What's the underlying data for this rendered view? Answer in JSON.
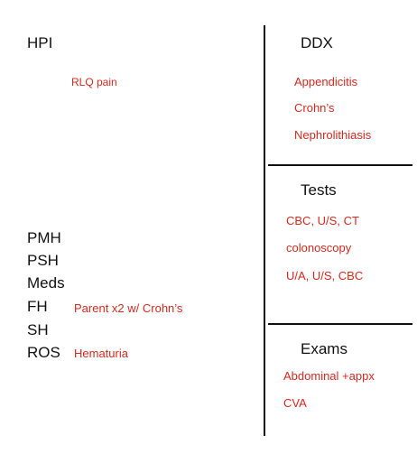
{
  "left": {
    "hpi": {
      "label": "HPI",
      "value": "RLQ pain"
    },
    "history_items": [
      {
        "label": "PMH",
        "value": ""
      },
      {
        "label": "PSH",
        "value": ""
      },
      {
        "label": "Meds",
        "value": ""
      },
      {
        "label": "FH",
        "value": "Parent x2 w/ Crohn’s"
      },
      {
        "label": "SH",
        "value": ""
      },
      {
        "label": "ROS",
        "value": "Hematuria"
      }
    ]
  },
  "right": {
    "ddx": {
      "title": "DDX",
      "items": [
        "Appendicitis",
        "Crohn’s",
        "Nephrolithiasis"
      ]
    },
    "tests": {
      "title": "Tests",
      "items": [
        "CBC, U/S, CT",
        "colonoscopy",
        "U/A, U/S, CBC"
      ]
    },
    "exams": {
      "title": "Exams",
      "items": [
        "Abdominal +appx",
        "CVA"
      ]
    }
  },
  "colors": {
    "ink": "#111111",
    "accent": "#d42a1f"
  }
}
